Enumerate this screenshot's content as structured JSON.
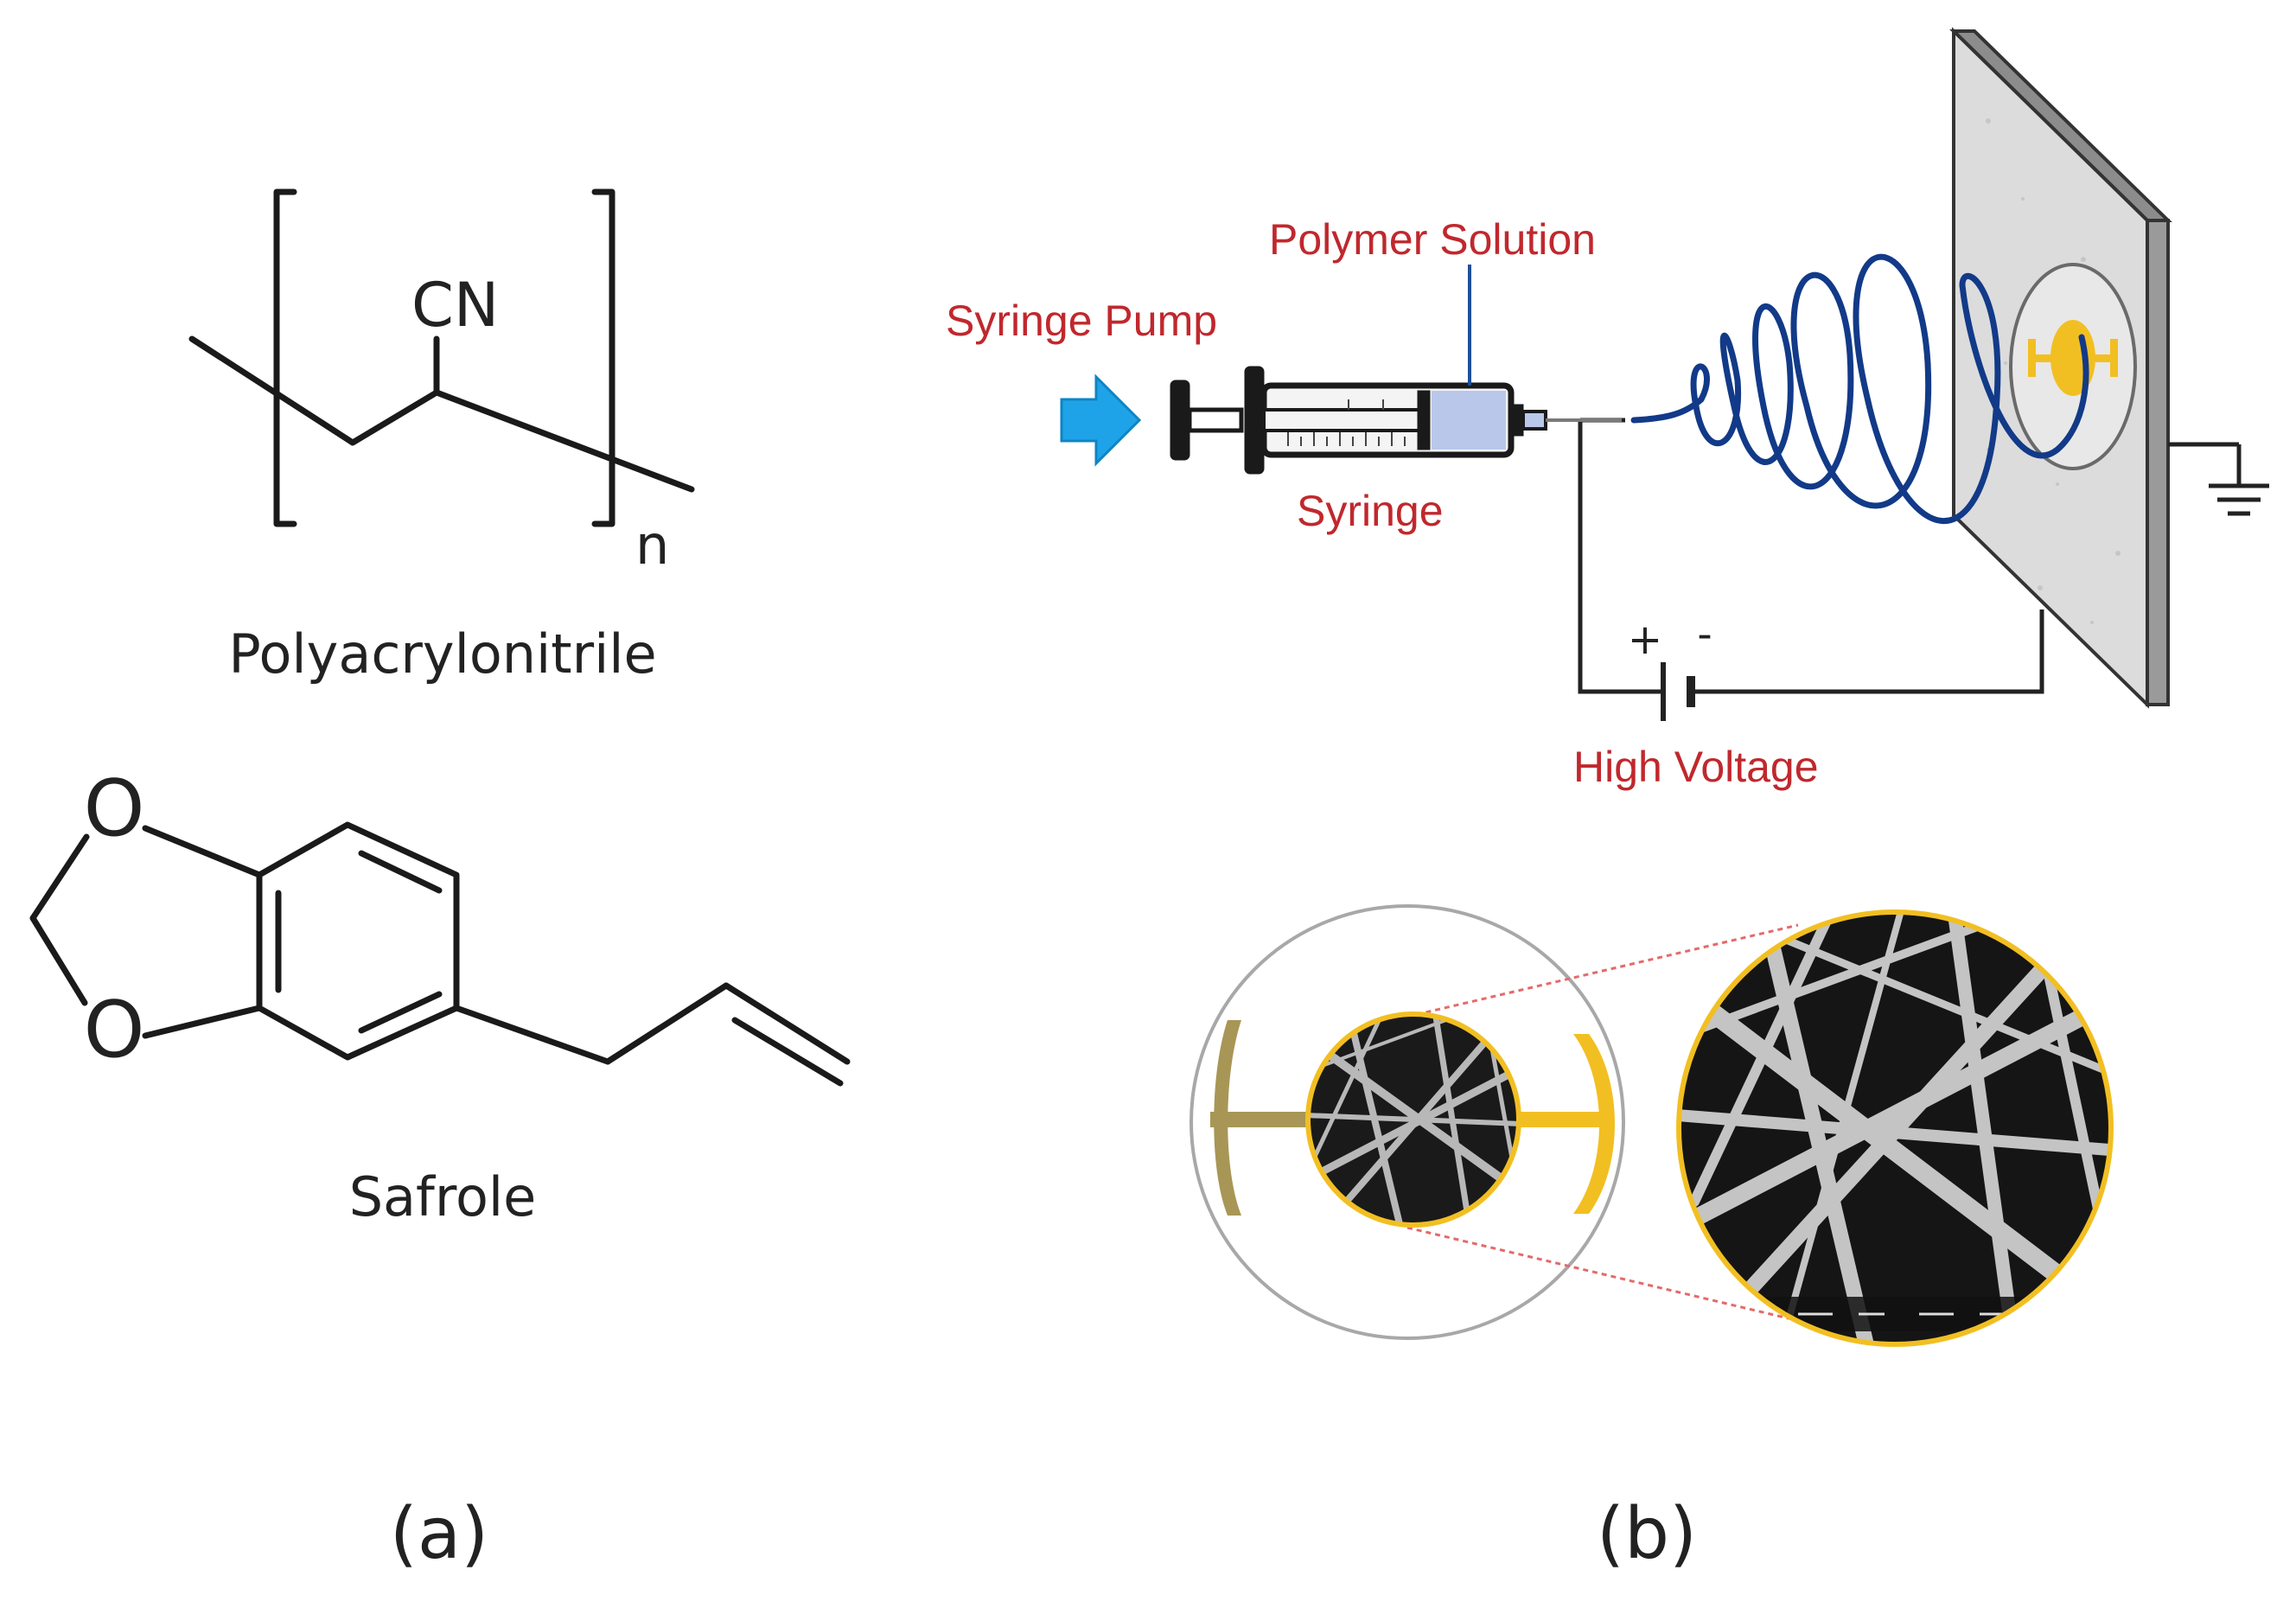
{
  "panel_a": {
    "label": "(a)",
    "pan": {
      "name": "Polyacrylonitrile",
      "group": "CN",
      "subscript": "n"
    },
    "safrole": {
      "name": "Safrole",
      "oxygen_1": "O",
      "oxygen_2": "O"
    }
  },
  "panel_b": {
    "label": "(b)",
    "labels": {
      "polymer_solution": "Polymer Solution",
      "syringe_pump": "Syringe Pump",
      "syringe": "Syringe",
      "high_voltage": "High Voltage",
      "plus": "+",
      "minus": "-"
    },
    "colors": {
      "label_red": "#c0282d",
      "jet_blue": "#123a88",
      "arrow_blue": "#1fa3e8",
      "electrode_gold": "#f2bf22",
      "electrode_olive": "#a89656",
      "plate_gray": "#dcdcdc",
      "solution_blue": "#b9c8ea"
    },
    "icons": [
      "arrow-right-icon",
      "ground-icon",
      "battery-icon"
    ]
  }
}
